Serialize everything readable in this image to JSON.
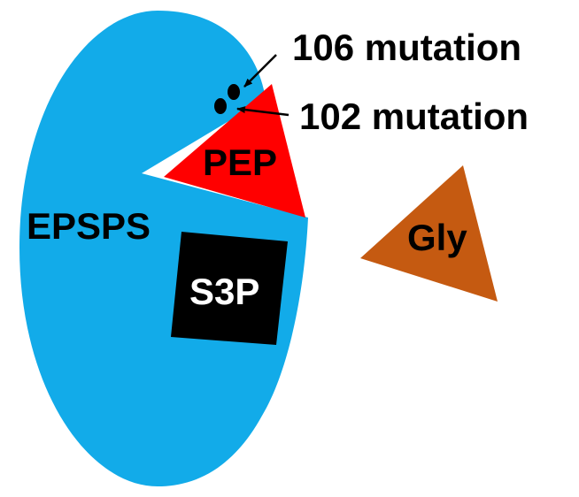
{
  "diagram": {
    "enzyme_label": "EPSPS",
    "substrate_label": "PEP",
    "cofactor_label": "S3P",
    "inhibitor_label": "Gly",
    "mutation_106_label": "106 mutation",
    "mutation_102_label": "102 mutation",
    "colors": {
      "enzyme": "#12abe9",
      "substrate": "#ff0000",
      "cofactor": "#000000",
      "inhibitor": "#c55a11",
      "mutation_dot": "#000000",
      "text_dark": "#000000",
      "text_light": "#ffffff"
    }
  }
}
